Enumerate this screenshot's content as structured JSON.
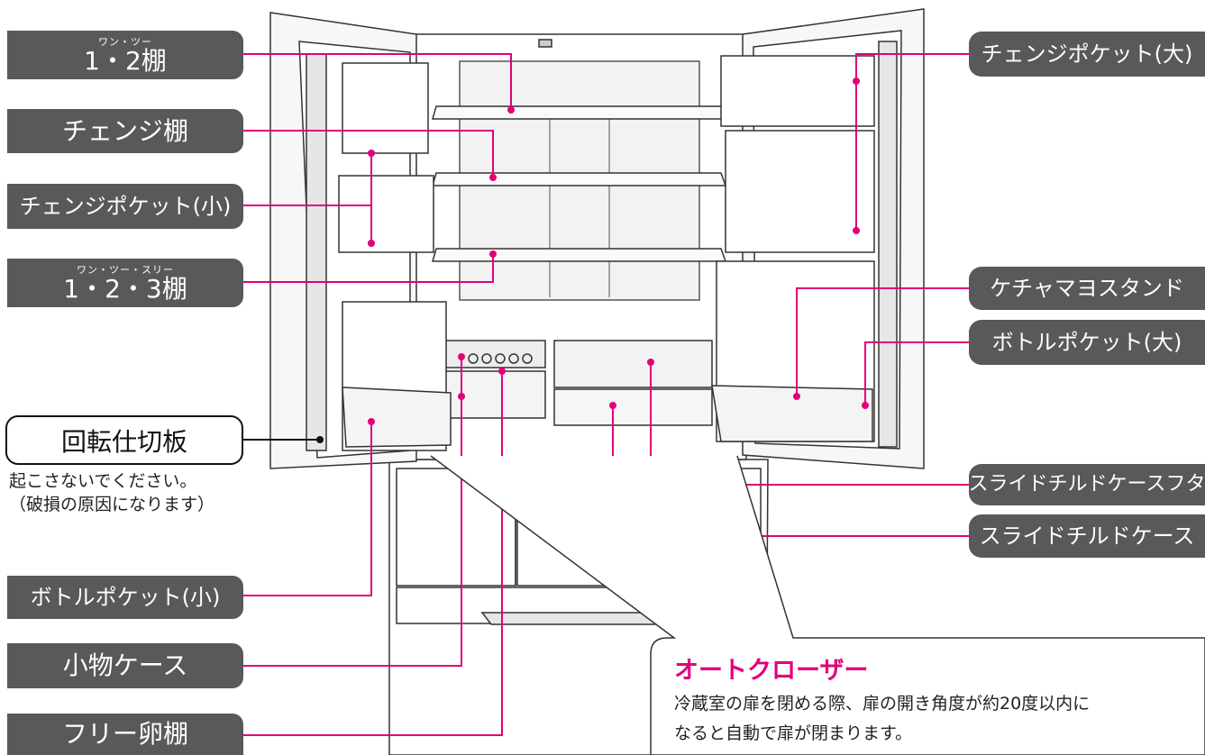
{
  "labels": {
    "shelf_12_ruby": "ワン・ツー",
    "shelf_12": "1・2棚",
    "change_shelf": "チェンジ棚",
    "change_pocket_small": "チェンジポケット(小)",
    "shelf_123_ruby": "ワン・ツー・スリー",
    "shelf_123": "1・2・3棚",
    "rotating_partition": "回転仕切板",
    "rotating_note_1": "起こさないでください。",
    "rotating_note_2": "（破損の原因になります）",
    "bottle_pocket_small": "ボトルポケット(小)",
    "small_item_case": "小物ケース",
    "free_egg_shelf": "フリー卵棚",
    "change_pocket_large": "チェンジポケット(大)",
    "ketchup_mayo_stand": "ケチャマヨスタンド",
    "bottle_pocket_large": "ボトルポケット(大)",
    "slide_chilled_lid": "スライドチルドケースフタ",
    "slide_chilled_case": "スライドチルドケース"
  },
  "callout": {
    "title": "オートクローザー",
    "line1": "冷蔵室の扉を閉める際、扉の開き角度が約20度以内に",
    "line2": "なると自動で扉が閉まります。"
  },
  "colors": {
    "leader": "#e2007a",
    "label_bg": "#595959",
    "accent_title": "#e2007a"
  }
}
